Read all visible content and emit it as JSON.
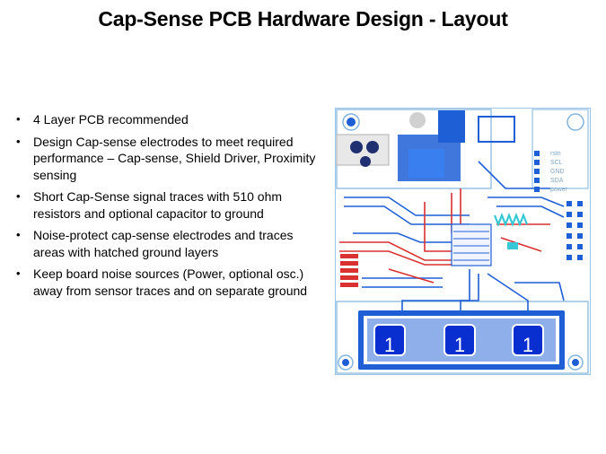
{
  "slide": {
    "title": "Cap-Sense PCB Hardware Design - Layout"
  },
  "bullets": [
    "4 Layer PCB recommended",
    "Design Cap-sense electrodes to meet required performance – Cap-sense, Shield Driver, Proximity sensing",
    "Short Cap-Sense signal traces with 510 ohm resistors and optional capacitor to ground",
    "Noise-protect cap-sense electrodes and traces areas with hatched ground layers",
    "Keep board noise sources (Power, optional osc.) away from sensor traces and on separate ground"
  ],
  "pcb": {
    "connector_labels": [
      "rstn",
      "SCL",
      "GND",
      "SDA",
      "power"
    ],
    "pad_labels": [
      "1",
      "1",
      "1"
    ],
    "colors": {
      "board_outline": "#7fb3e0",
      "copper_blue": "#1f5fd6",
      "pad_blue": "#0a2fd0",
      "trace_red": "#d93030",
      "silk_cyan": "#37c8d8"
    }
  }
}
